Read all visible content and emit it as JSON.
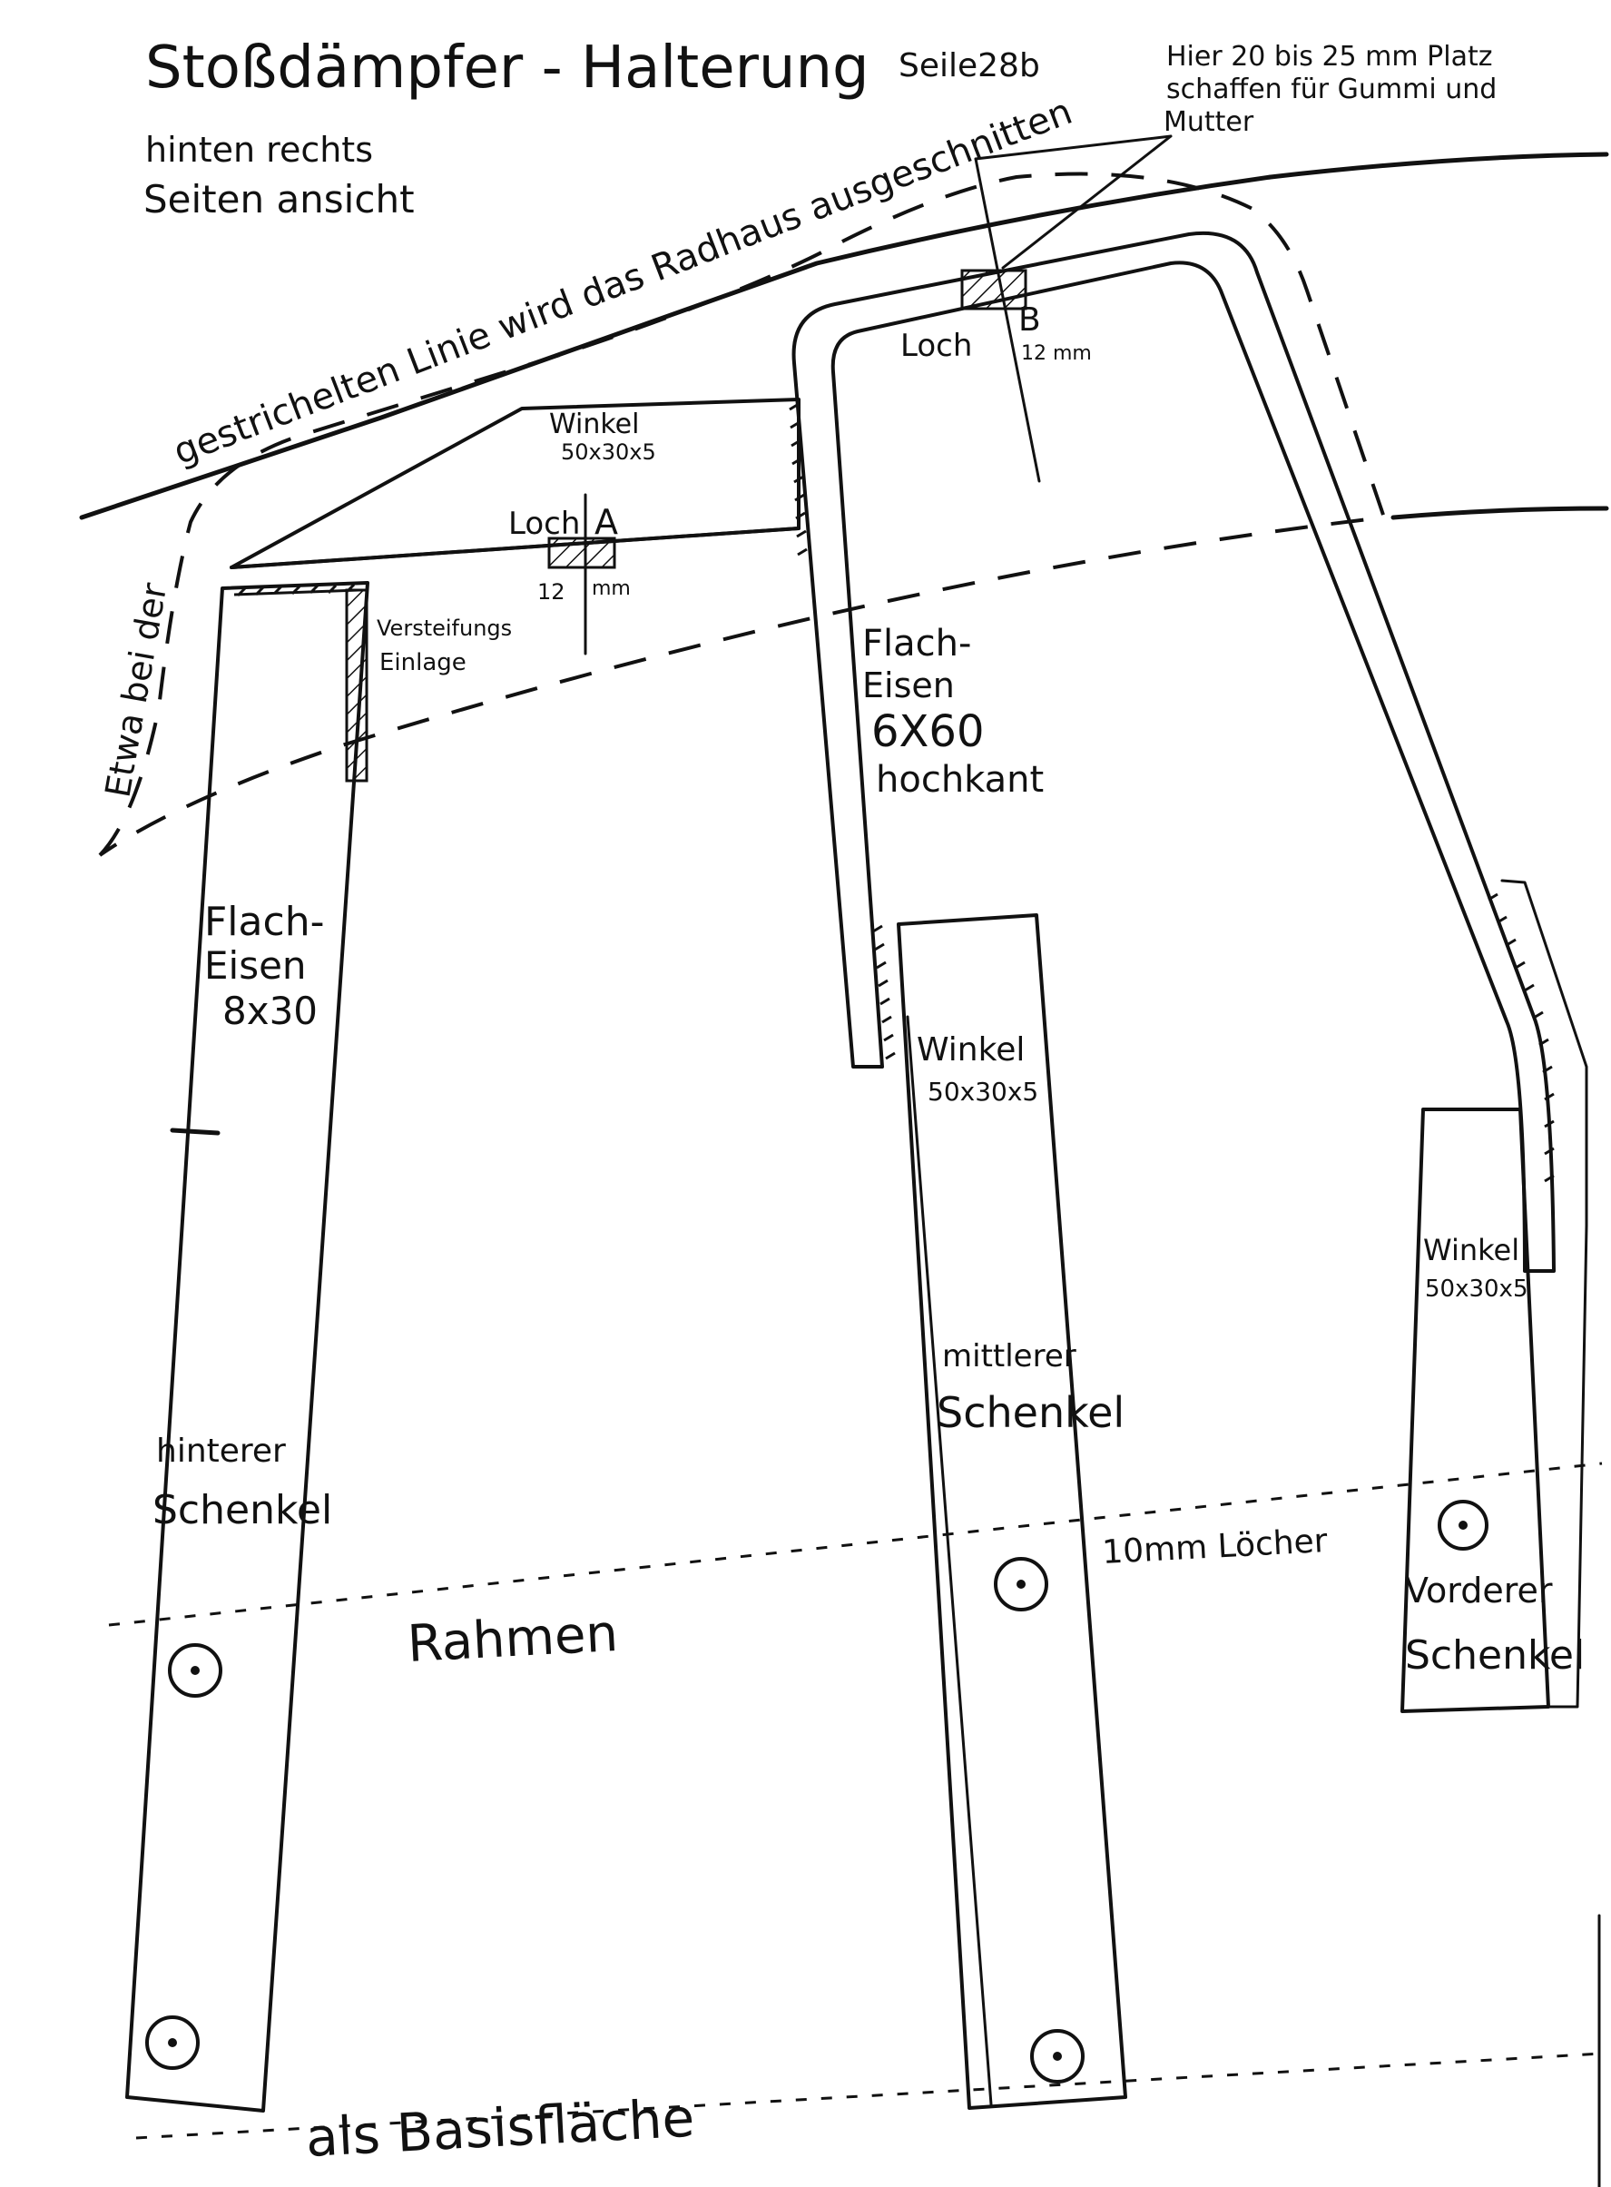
{
  "title": "Stoßdämpfer - Halterung",
  "page_ref": "Seile28b",
  "subtitle_line1": "hinten rechts",
  "subtitle_line2": "Seiten ansicht",
  "note_space": [
    "Hier 20 bis 25 mm Platz",
    "schaffen für Gummi und",
    "Mutter"
  ],
  "cut_note_part1": "Etwa bei der",
  "cut_note_part2": "gestrichelten Linie wird das Radhaus ausgeschnitten",
  "angle_top": {
    "label": "Winkel",
    "size": "50x30x5"
  },
  "hole_a": {
    "label": "Loch",
    "letter": "A",
    "dim": "12",
    "unit": "mm"
  },
  "hole_b": {
    "label": "Loch",
    "letter": "B",
    "dim": "12 mm"
  },
  "stiffener": [
    "Versteifungs",
    "Einlage"
  ],
  "flat_rear": [
    "Flach-",
    "Eisen",
    "8x30"
  ],
  "flat_mid": [
    "Flach-",
    "Eisen",
    "6X60",
    "hochkant"
  ],
  "angle_mid": {
    "label": "Winkel",
    "size": "50x30x5"
  },
  "angle_front": {
    "label": "Winkel",
    "size": "50x30x5"
  },
  "leg_rear": [
    "hinterer",
    "Schenkel"
  ],
  "leg_mid": [
    "mittlerer",
    "Schenkel"
  ],
  "leg_front": [
    "Vorderer",
    "Schenkel"
  ],
  "holes_note": "10mm Löcher",
  "frame_label": "Rahmen",
  "base_label": "als Basisfläche"
}
